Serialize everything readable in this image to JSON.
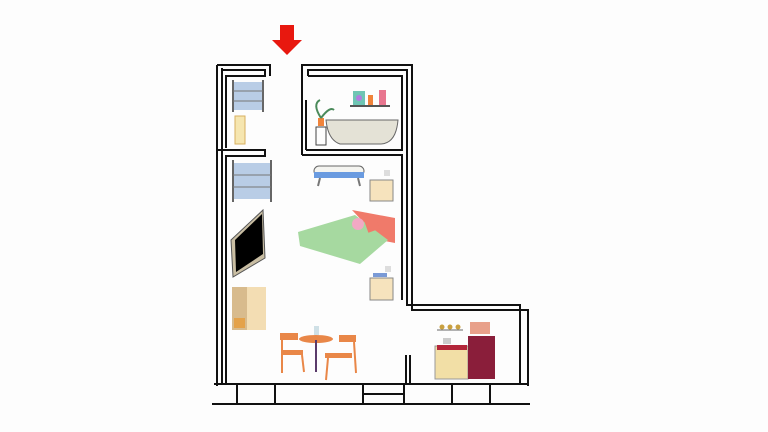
{
  "plan": {
    "entrance_arrow_color": "#e8180f",
    "wall_color": "#111111",
    "rooms": [
      "closet",
      "bathroom",
      "bedroom-living",
      "kitchen"
    ]
  },
  "colors": {
    "bed_sheet": "#a6d9a0",
    "headboard": "#f07a6a",
    "chair": "#e98748",
    "shelf": "#b9cde6",
    "wood": "#f3ddb3",
    "fridge": "#8a1e3a",
    "stove": "#f2dfa6",
    "bench": "#6a9be0"
  }
}
